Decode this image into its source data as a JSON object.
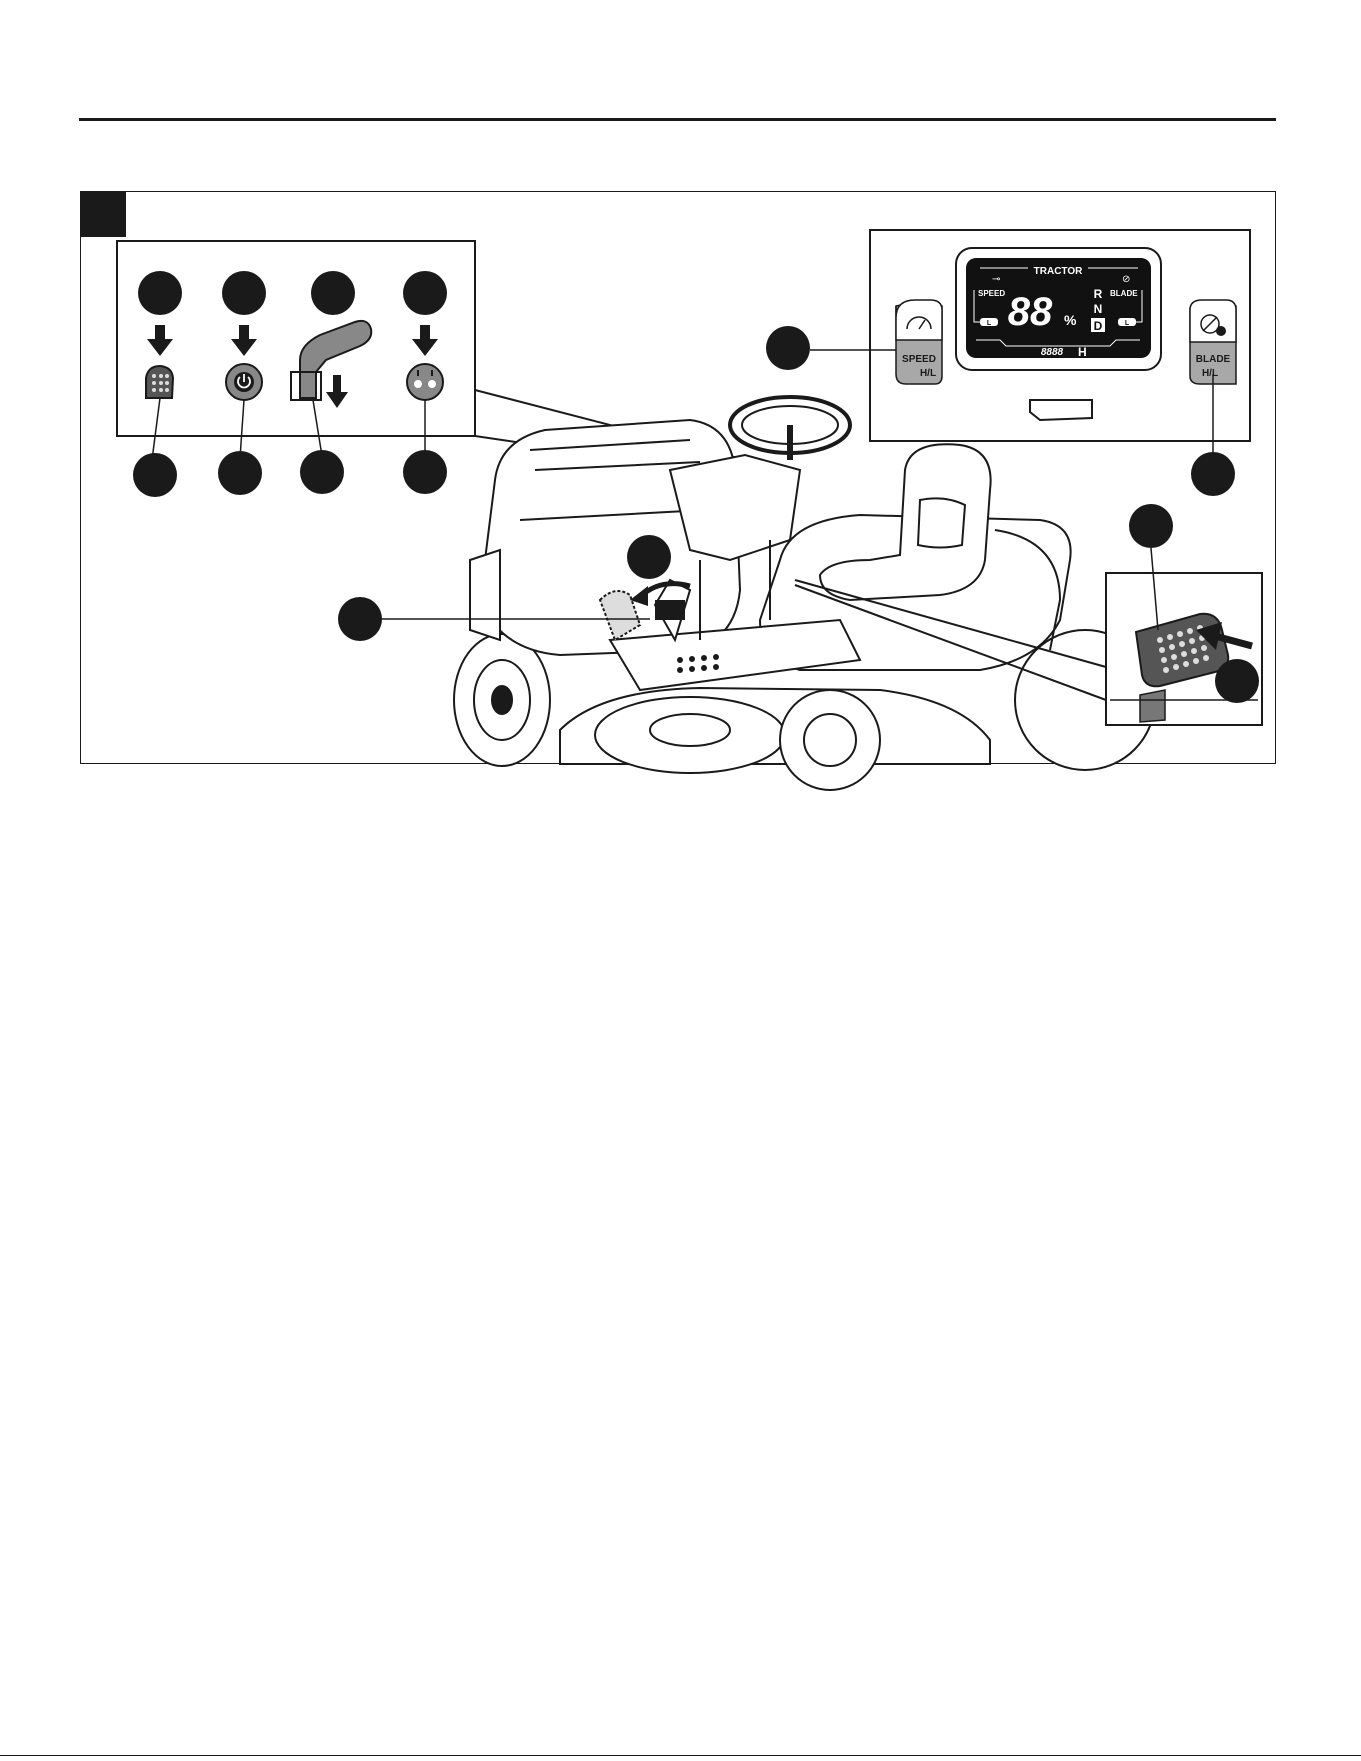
{
  "display_panel": {
    "title": "TRACTOR",
    "speed_label": "SPEED",
    "blade_label": "BLADE",
    "speed_level": "L",
    "blade_level": "L",
    "percent_digits": "88",
    "percent_sign": "%",
    "gear_r": "R",
    "gear_n": "N",
    "gear_d": "D",
    "hour_digits": "8888",
    "hour_unit": "H"
  },
  "speed_button": {
    "line1": "SPEED",
    "line2": "H/L",
    "icon": "speedometer-icon"
  },
  "blade_button": {
    "line1": "BLADE",
    "line2": "H/L",
    "icon": "blade-rotation-icon"
  },
  "controls_inset": {
    "icons": [
      "brake-pedal-icon",
      "power-button-icon",
      "parking-brake-lever-icon",
      "headlight-switch-icon"
    ]
  },
  "colors": {
    "ink": "#1a1a1a",
    "lcd": "#111111",
    "button_gray": "#a8a8a8",
    "callout": "#1a1a1a"
  }
}
